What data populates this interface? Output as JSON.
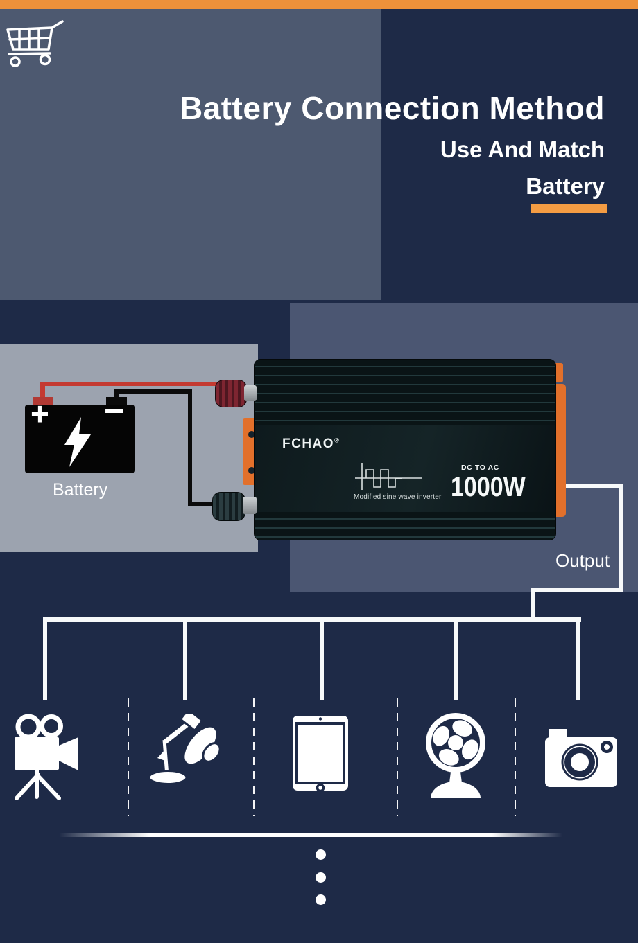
{
  "header": {
    "title": "Battery Connection Method",
    "subtitle_line1": "Use And Match",
    "subtitle_line2": "Battery"
  },
  "battery": {
    "label": "Battery",
    "plus_symbol": "+",
    "minus_symbol": "−"
  },
  "inverter": {
    "brand": "FCHAO",
    "registered_mark": "®",
    "dc_to_ac": "DC TO AC",
    "power_rating": "1000W",
    "wave_caption": "Modified sine wave inverter"
  },
  "output": {
    "label": "Output"
  },
  "devices": [
    {
      "icon": "video-camera-icon"
    },
    {
      "icon": "desk-lamp-icon"
    },
    {
      "icon": "tablet-icon"
    },
    {
      "icon": "fan-icon"
    },
    {
      "icon": "camera-icon"
    }
  ],
  "colors": {
    "background_navy": "#1E2A47",
    "top_bar_orange": "#EE913A",
    "accent_orange": "#F49C43",
    "slate_block": "#4D5970",
    "slate_panel": "#4B5672",
    "battery_panel_grey": "#9CA3AF",
    "wire_red": "#C43A31",
    "bracket_orange": "#E2702B",
    "line_white": "#F7F9FA"
  }
}
